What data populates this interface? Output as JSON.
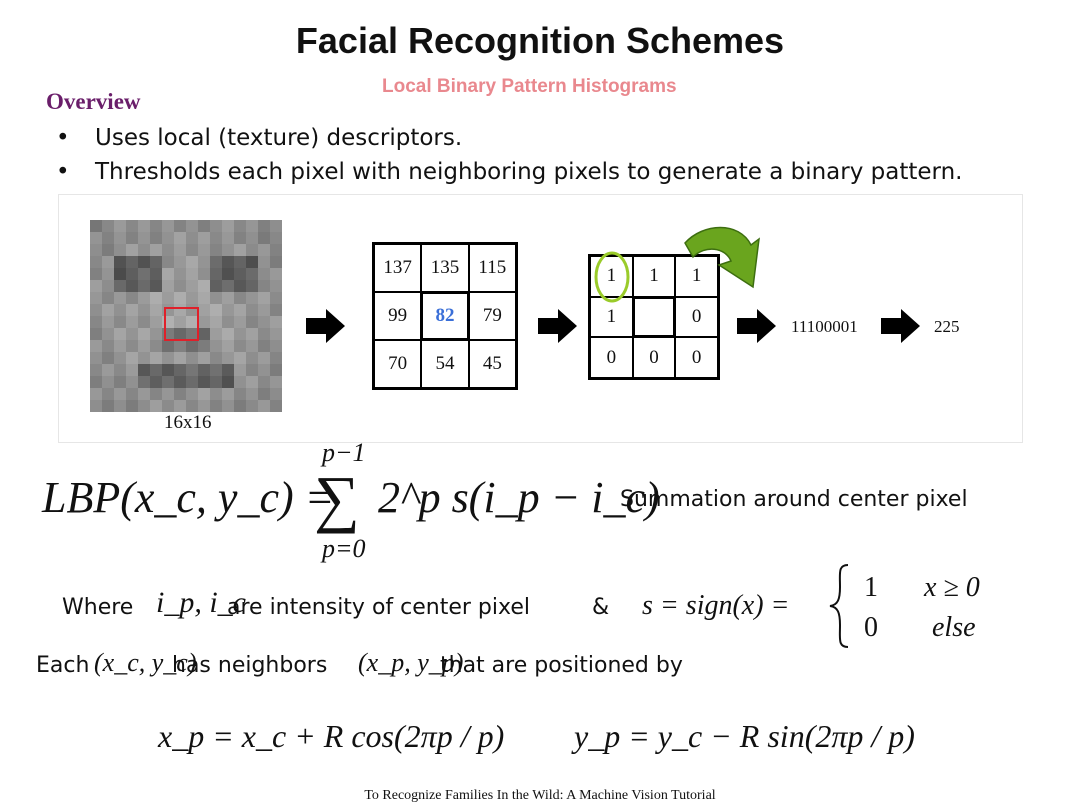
{
  "slide": {
    "title": "Facial Recognition Schemes",
    "subtitle": "Local Binary Pattern Histograms",
    "overview_heading": "Overview",
    "bullets": [
      "Uses local (texture) descriptors.",
      "Thresholds each pixel with neighboring pixels to generate a binary pattern."
    ],
    "bullet_symbol": "•"
  },
  "figure": {
    "image_size_label": "16x16",
    "pixel_values": [
      "137",
      "135",
      "115",
      "99",
      "82",
      "79",
      "70",
      "54",
      "45"
    ],
    "binary_values": [
      "1",
      "1",
      "1",
      "1",
      "",
      "0",
      "0",
      "0",
      "0"
    ],
    "binary_string": "11100001",
    "decimal_value": "225",
    "highlight_color": "#3a6fd8",
    "circle_color": "#9acb2a",
    "curved_arrow_color": "#6aa51e"
  },
  "formulas": {
    "lbp_lhs": "LBP(x_c, y_c) =",
    "sum_upper": "p−1",
    "sum_lower": "p=0",
    "sum_sign": "∑",
    "lbp_term": "2^p s(i_p − i_c)",
    "lbp_caption": "Summation around center pixel",
    "where_text": "Where",
    "where_vars": "i_p, i_c",
    "where_caption": "are intensity of center pixel",
    "ampersand": "&",
    "sign_def": "s = sign(x) =",
    "case1_value": "1",
    "case1_cond": "x ≥ 0",
    "case2_value": "0",
    "case2_cond": "else",
    "each_text": "Each",
    "each_vars": "(x_c, y_c)",
    "has_neighbors": "has neighbors",
    "neighbor_vars": "(x_p, y_p)",
    "positioned_text": "that are positioned by",
    "xp_eq": "x_p = x_c + R cos(2πp / p)",
    "yp_eq": "y_p = y_c − R sin(2πp / p)"
  },
  "footer": "To Recognize Families In the Wild: A Machine Vision Tutorial"
}
